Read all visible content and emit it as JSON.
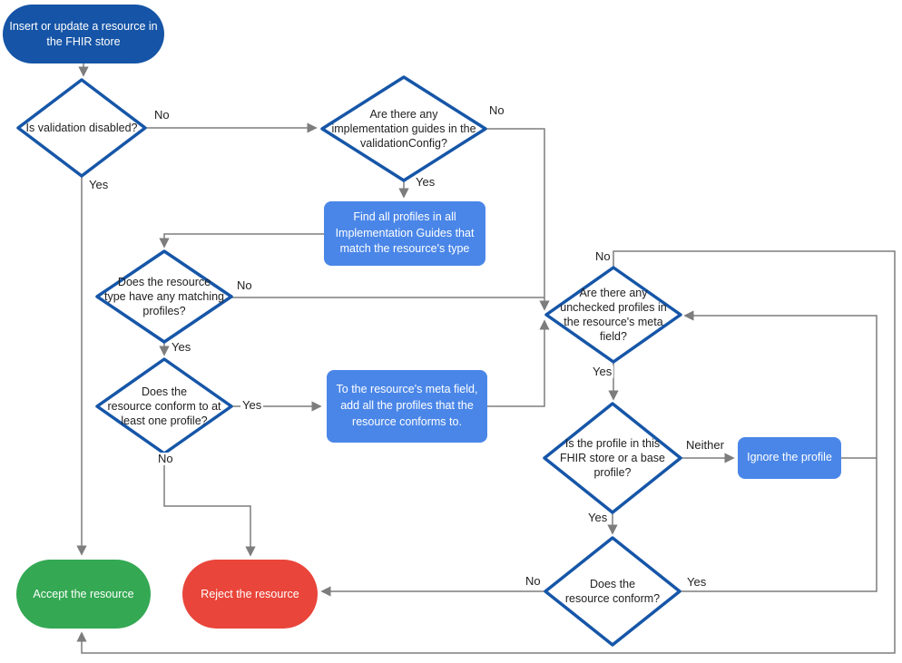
{
  "title": "FHIR store resource validation flowchart",
  "colors": {
    "node_blue": "#1554a6",
    "diamond_border": "#1656a8",
    "fill_blue": "#4a86e8",
    "green": "#34a853",
    "red": "#e9453a",
    "line": "#7d7d7d"
  },
  "nodes": {
    "start": {
      "label": "Insert or update a resource in\nthe FHIR store"
    },
    "validation_disabled": {
      "label": "Is validation disabled?"
    },
    "impl_guides": {
      "label": "Are there any\nimplementation guides in the\nvalidationConfig?"
    },
    "find_profiles": {
      "label": "Find all profiles in all\nImplementation Guides that\nmatch the resource's type"
    },
    "matching_profiles": {
      "label": "Does the resource\ntype have any matching\nprofiles?"
    },
    "conform_one": {
      "label": "Does the\nresource conform to at\nleast one profile?"
    },
    "add_profiles": {
      "label": "To the resource's meta field,\nadd all the profiles that the\nresource conforms to."
    },
    "unchecked_profiles": {
      "label": "Are there any\nunchecked profiles in\nthe resource's meta\nfield?"
    },
    "profile_in_store": {
      "label": "Is the profile in this\nFHIR store or a base\nprofile?"
    },
    "ignore_profile": {
      "label": "Ignore the profile"
    },
    "resource_conform": {
      "label": "Does the\nresource conform?"
    },
    "accept": {
      "label": "Accept the resource"
    },
    "reject": {
      "label": "Reject the resource"
    }
  },
  "edge_labels": {
    "validation_no": "No",
    "validation_yes": "Yes",
    "impl_no": "No",
    "impl_yes": "Yes",
    "matching_no": "No",
    "matching_yes": "Yes",
    "conform_one_yes": "Yes",
    "conform_one_no": "No",
    "unchecked_no": "No",
    "unchecked_yes": "Yes",
    "profile_neither": "Neither",
    "profile_yes": "Yes",
    "resource_conform_no": "No",
    "resource_conform_yes": "Yes"
  }
}
